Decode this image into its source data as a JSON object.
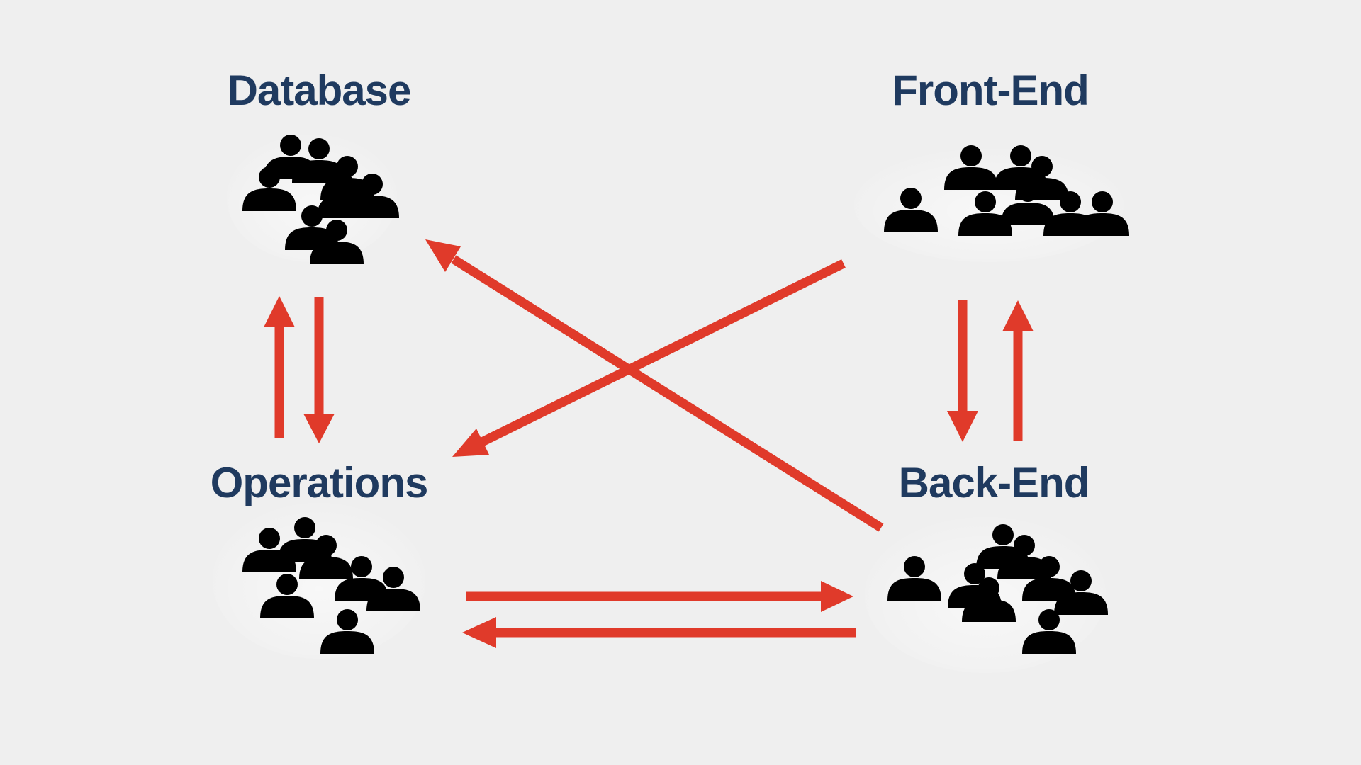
{
  "teams": {
    "database": {
      "label": "Database",
      "icon": "people-group-icon"
    },
    "frontend": {
      "label": "Front-End",
      "icon": "people-group-icon"
    },
    "operations": {
      "label": "Operations",
      "icon": "people-group-icon"
    },
    "backend": {
      "label": "Back-End",
      "icon": "people-group-icon"
    }
  },
  "arrows": [
    {
      "from": "database",
      "to": "operations"
    },
    {
      "from": "operations",
      "to": "database"
    },
    {
      "from": "frontend",
      "to": "backend"
    },
    {
      "from": "backend",
      "to": "frontend"
    },
    {
      "from": "operations",
      "to": "backend"
    },
    {
      "from": "backend",
      "to": "operations"
    },
    {
      "from": "frontend",
      "to": "operations"
    },
    {
      "from": "backend",
      "to": "database"
    }
  ],
  "colors": {
    "background": "#efefef",
    "label": "#1f3a5f",
    "arrow": "#e03a2a",
    "icon": "#000000"
  }
}
